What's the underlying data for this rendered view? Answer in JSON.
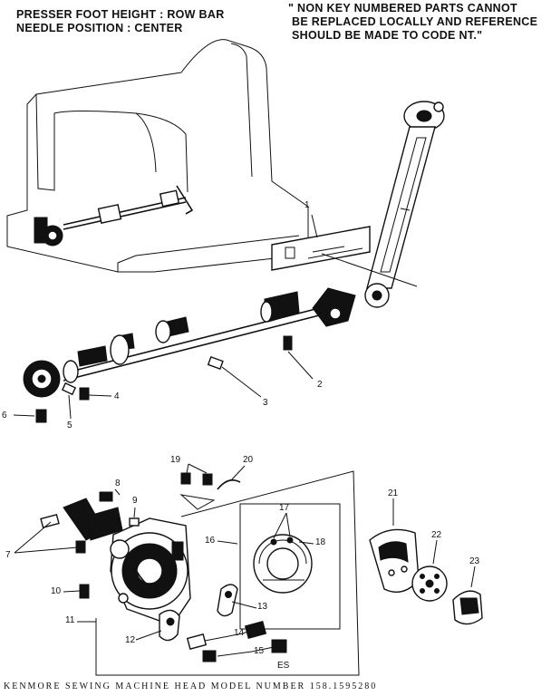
{
  "header": {
    "left_line1": "PRESSER FOOT HEIGHT : ROW BAR",
    "left_line2": "NEEDLE POSITION : CENTER",
    "right_line1": "\" NON KEY NUMBERED PARTS CANNOT",
    "right_line2": "BE REPLACED LOCALLY AND REFERENCE",
    "right_line3": "SHOULD BE MADE TO CODE NT.\""
  },
  "callouts": [
    "1",
    "2",
    "3",
    "4",
    "5",
    "6",
    "7",
    "8",
    "9",
    "10",
    "11",
    "12",
    "13",
    "14",
    "15",
    "16",
    "17",
    "18",
    "19",
    "20",
    "21",
    "22",
    "23"
  ],
  "inset_mark": "ES",
  "footer": "KENMORE SEWING MACHINE HEAD MODEL NUMBER 158.1595280"
}
